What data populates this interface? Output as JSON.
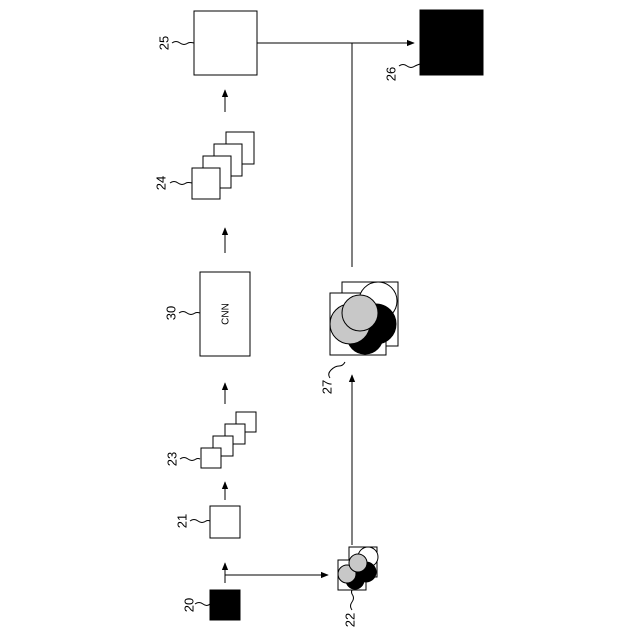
{
  "labels": {
    "ref_20": "20",
    "ref_21": "21",
    "ref_22": "22",
    "ref_23": "23",
    "ref_24": "24",
    "ref_25": "25",
    "ref_26": "26",
    "ref_27": "27",
    "ref_30": "30",
    "cnn": "CNN"
  },
  "colors": {
    "stroke": "#000000",
    "fill_solid": "#000000",
    "fill_grey": "#c8c8c8",
    "background": "#ffffff"
  }
}
